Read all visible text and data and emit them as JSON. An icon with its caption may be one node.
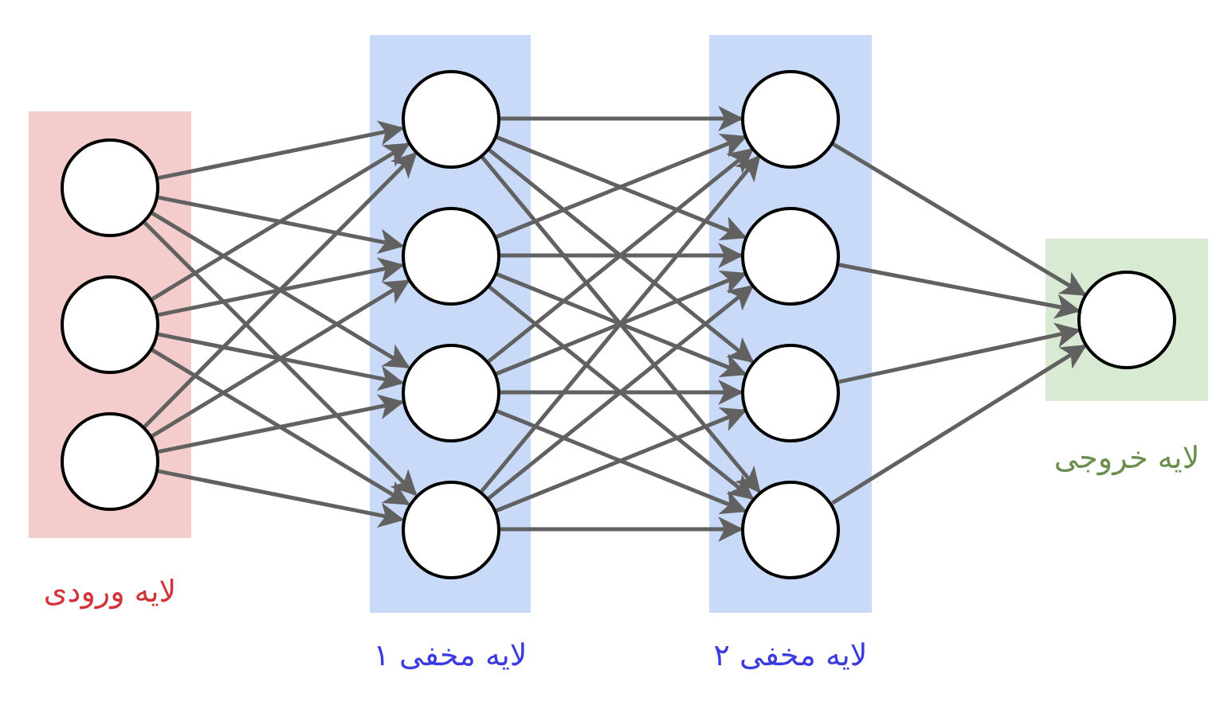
{
  "diagram": {
    "nodes": [
      {
        "text": [
          "لایه ورودی"
        ]
      },
      {
        "text": [],
        "shape": "circle",
        "in": 0
      },
      {
        "text": [],
        "shape": "circle",
        "in": 0
      },
      {
        "text": [],
        "shape": "circle",
        "in": 0
      },
      {
        "text": [
          "لایه مخفی ۱"
        ]
      },
      {
        "text": [],
        "shape": "circle",
        "in": 4
      },
      {
        "text": [],
        "shape": "circle",
        "in": 4
      },
      {
        "text": [],
        "shape": "circle",
        "in": 4
      },
      {
        "text": [],
        "shape": "circle",
        "in": 4
      },
      {
        "text": [
          "لایه مخفی ۲"
        ]
      },
      {
        "text": [],
        "shape": "circle",
        "in": 9
      },
      {
        "text": [],
        "shape": "circle",
        "in": 9
      },
      {
        "text": [],
        "shape": "circle",
        "in": 9
      },
      {
        "text": [],
        "shape": "circle",
        "in": 9
      },
      {
        "text": [
          "لایه خروجی"
        ]
      },
      {
        "text": [],
        "shape": "circle",
        "in": 14
      }
    ],
    "edges": [
      {
        "from": 1,
        "to": 5,
        "arrow": "to"
      },
      {
        "from": 1,
        "to": 6,
        "arrow": "to"
      },
      {
        "from": 1,
        "to": 7,
        "arrow": "to"
      },
      {
        "from": 1,
        "to": 8,
        "arrow": "to"
      },
      {
        "from": 2,
        "to": 5,
        "arrow": "to"
      },
      {
        "from": 2,
        "to": 6,
        "arrow": "to"
      },
      {
        "from": 2,
        "to": 7,
        "arrow": "to"
      },
      {
        "from": 2,
        "to": 8,
        "arrow": "to"
      },
      {
        "from": 3,
        "to": 5,
        "arrow": "to"
      },
      {
        "from": 3,
        "to": 6,
        "arrow": "to"
      },
      {
        "from": 3,
        "to": 7,
        "arrow": "to"
      },
      {
        "from": 3,
        "to": 8,
        "arrow": "to"
      },
      {
        "from": 5,
        "to": 10,
        "arrow": "to"
      },
      {
        "from": 5,
        "to": 11,
        "arrow": "to"
      },
      {
        "from": 5,
        "to": 12,
        "arrow": "to"
      },
      {
        "from": 5,
        "to": 13,
        "arrow": "to"
      },
      {
        "from": 6,
        "to": 10,
        "arrow": "to"
      },
      {
        "from": 6,
        "to": 11,
        "arrow": "to"
      },
      {
        "from": 6,
        "to": 12,
        "arrow": "to"
      },
      {
        "from": 6,
        "to": 13,
        "arrow": "to"
      },
      {
        "from": 7,
        "to": 10,
        "arrow": "to"
      },
      {
        "from": 7,
        "to": 11,
        "arrow": "to"
      },
      {
        "from": 7,
        "to": 12,
        "arrow": "to"
      },
      {
        "from": 7,
        "to": 13,
        "arrow": "to"
      },
      {
        "from": 8,
        "to": 10,
        "arrow": "to"
      },
      {
        "from": 8,
        "to": 11,
        "arrow": "to"
      },
      {
        "from": 8,
        "to": 12,
        "arrow": "to"
      },
      {
        "from": 8,
        "to": 13,
        "arrow": "to"
      },
      {
        "from": 10,
        "to": 15,
        "arrow": "to"
      },
      {
        "from": 11,
        "to": 15,
        "arrow": "to"
      },
      {
        "from": 12,
        "to": 15,
        "arrow": "to"
      },
      {
        "from": 13,
        "to": 15,
        "arrow": "to"
      }
    ]
  }
}
